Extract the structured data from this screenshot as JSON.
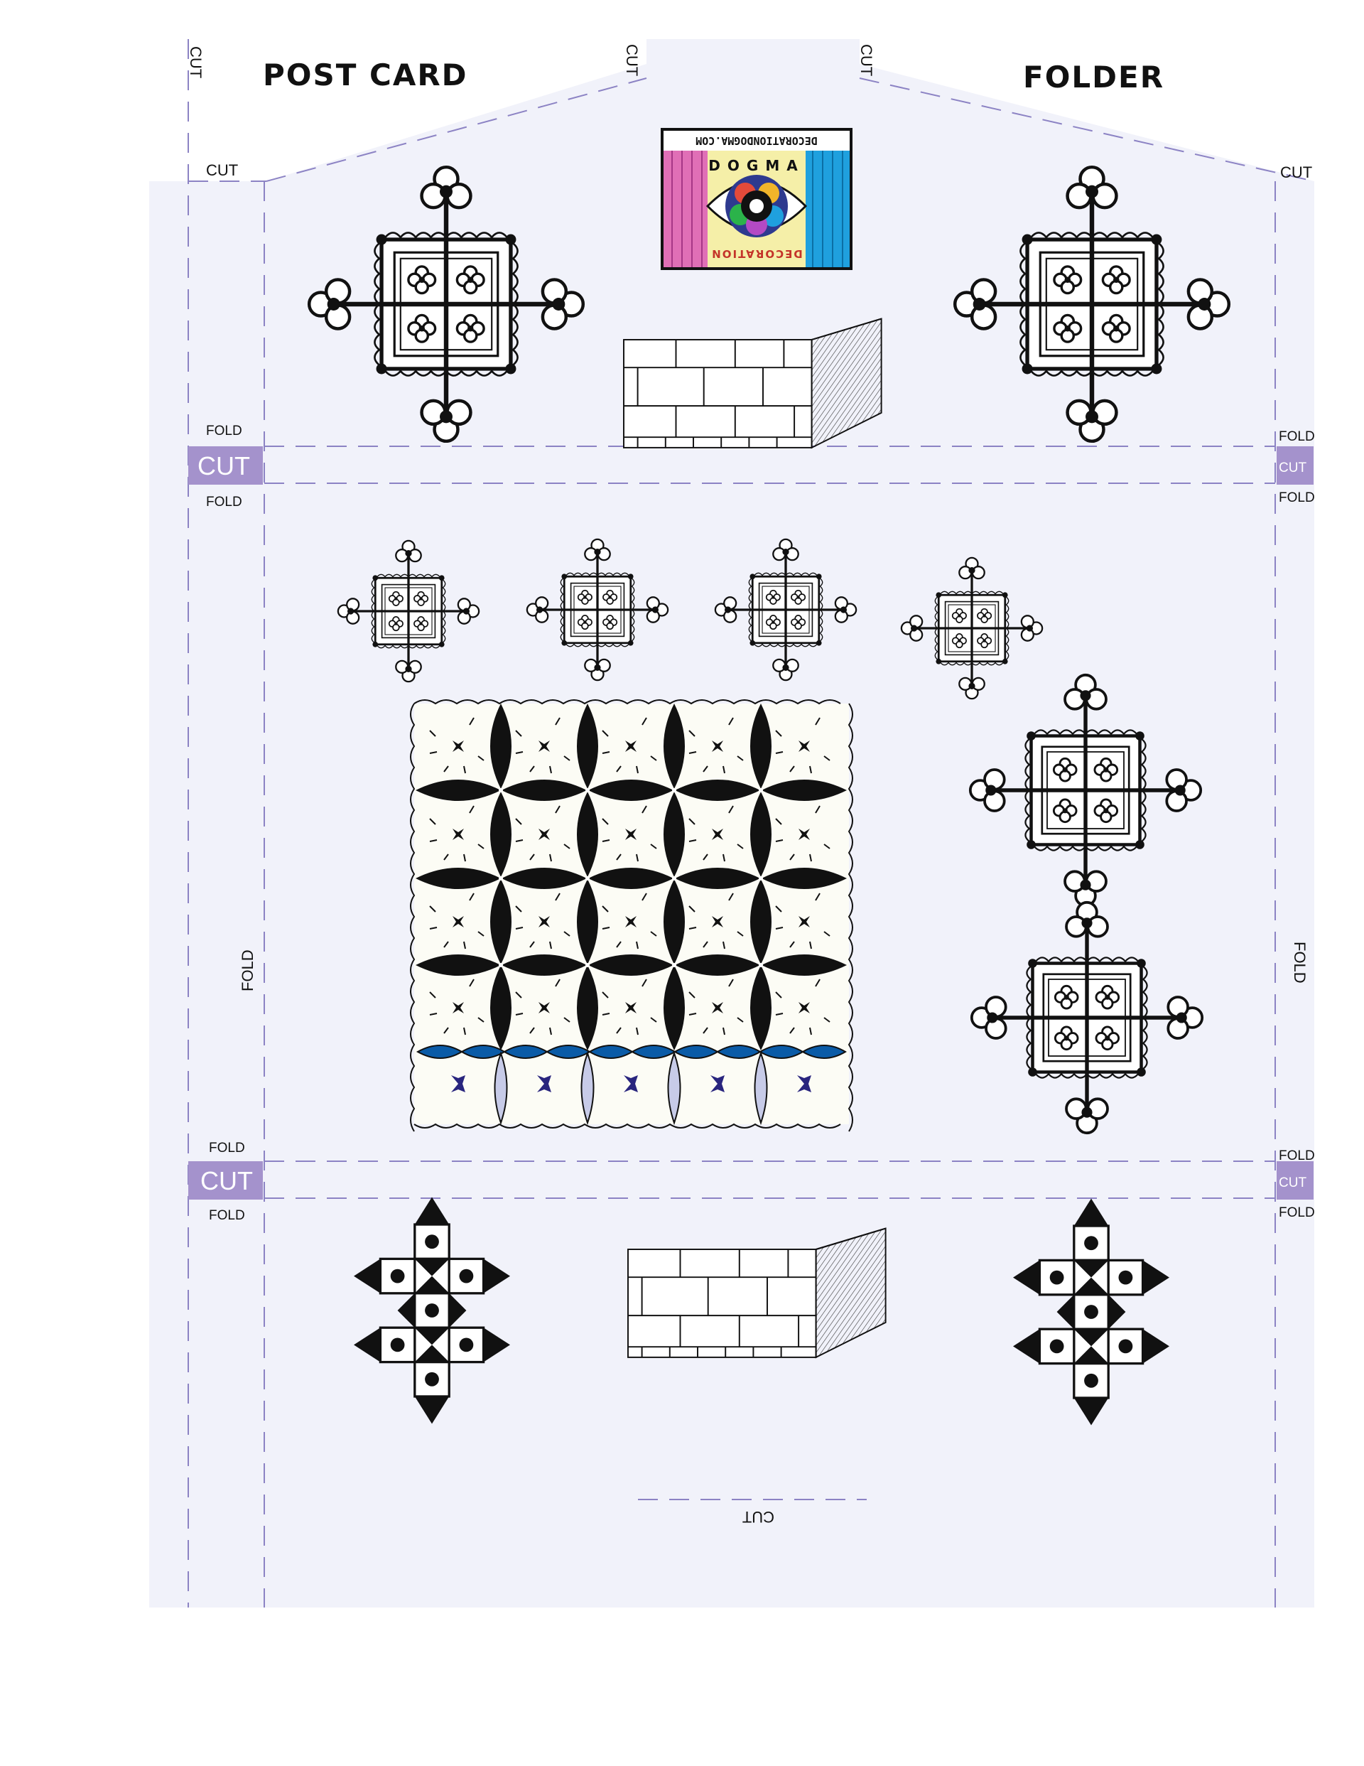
{
  "header": {
    "left_title": "POST CARD",
    "right_title": "FOLDER"
  },
  "labels": {
    "cut": "CUT",
    "fold": "FOLD"
  },
  "logo": {
    "website": "DECORATIONDOGMA.COM",
    "word_top": "DOGMA",
    "word_bottom": "DECORATION"
  },
  "colors": {
    "paper": "#f1f2fa",
    "dash": "#8c83c4",
    "cut_tab": "#a492cc",
    "ink": "#111111",
    "tile_blue": "#0a5ba7",
    "tile_light_blue": "#c7cbe8",
    "tile_navy": "#29257e",
    "curtain_pink": "#e06fb6",
    "curtain_blue": "#1fa0de"
  },
  "icons": [
    "cross-medallion-icon",
    "brick-wall-icon",
    "tile-pattern-icon",
    "arrow-cross-icon",
    "eye-logo-icon"
  ]
}
